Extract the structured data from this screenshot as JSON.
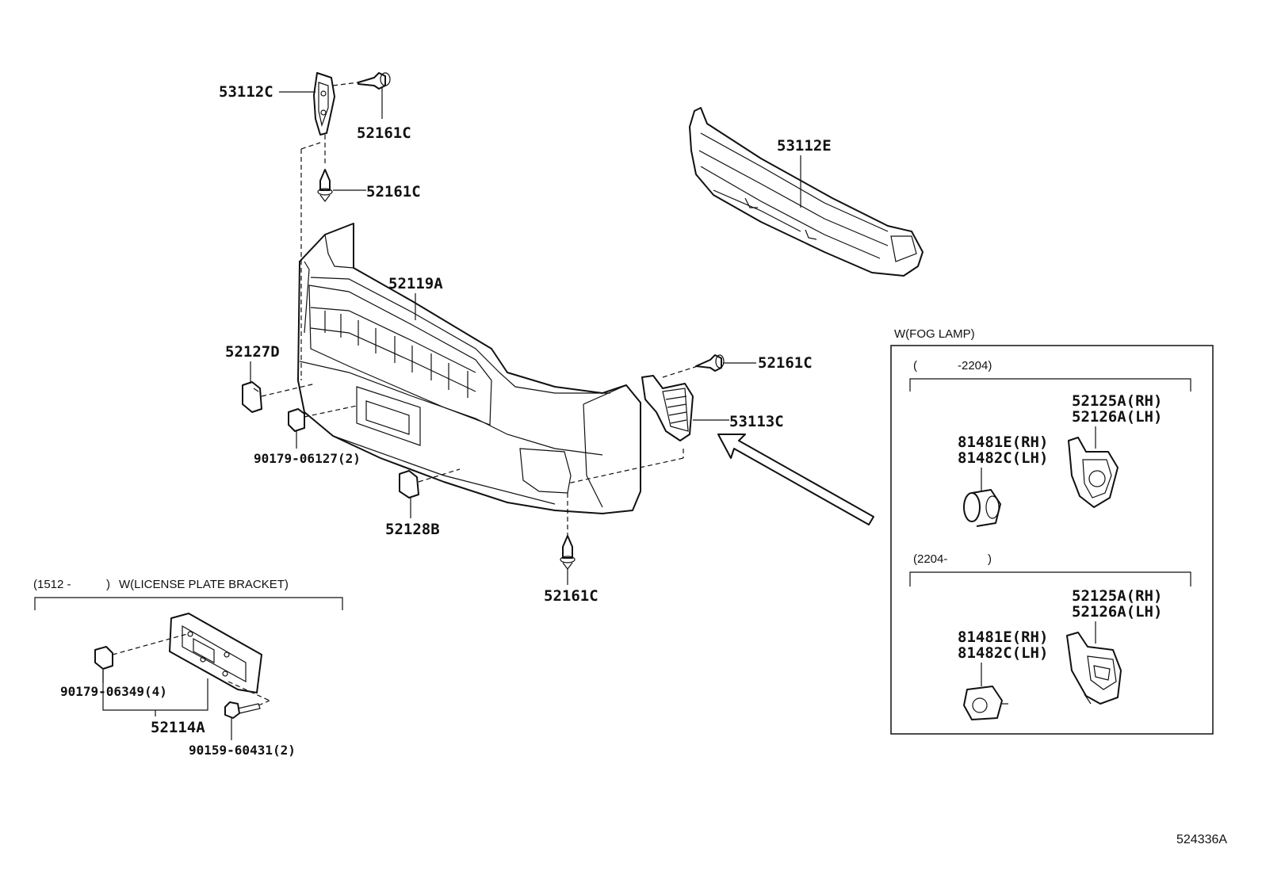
{
  "labels": {
    "p53112C": "53112C",
    "p52161C_a": "52161C",
    "p52161C_b": "52161C",
    "p53112E": "53112E",
    "p52119A": "52119A",
    "p52127D": "52127D",
    "p90179_06127": "90179-06127(2)",
    "p52161C_c": "52161C",
    "p53113C": "53113C",
    "p52128B": "52128B",
    "p52161C_d": "52161C",
    "p90179_06349": "90179-06349(4)",
    "p52114A": "52114A",
    "p90159_60431": "90159-60431(2)"
  },
  "license_section": {
    "range_start": "(1512 -",
    "range_end": ")",
    "title": "W(LICENSE PLATE BRACKET)"
  },
  "fog_lamp_section": {
    "title": "W(FOG LAMP)",
    "period1": {
      "open": "(",
      "end": "-2204)"
    },
    "period2": {
      "start": "(2204-",
      "close": ")"
    },
    "p1_rh": "52125A(RH)",
    "p1_lh": "52126A(LH)",
    "p1_fog_rh": "81481E(RH)",
    "p1_fog_lh": "81482C(LH)",
    "p2_rh": "52125A(RH)",
    "p2_lh": "52126A(LH)",
    "p2_fog_rh": "81481E(RH)",
    "p2_fog_lh": "81482C(LH)"
  },
  "diagram_id": "524336A"
}
